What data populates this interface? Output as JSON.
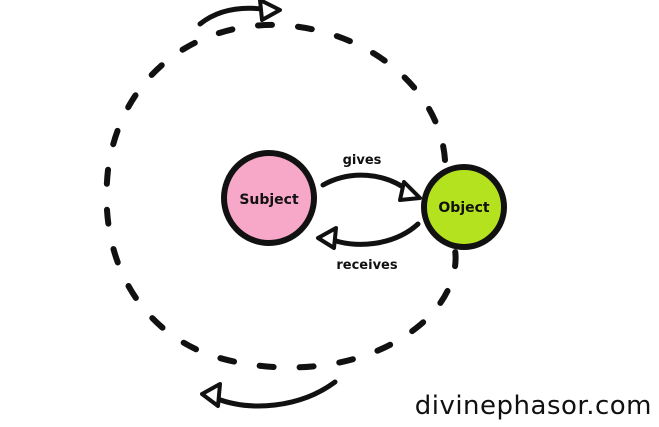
{
  "nodes": {
    "subject": {
      "label": "Subject",
      "color": "#f7a8c8"
    },
    "object": {
      "label": "Object",
      "color": "#b5e21f"
    }
  },
  "edges": {
    "gives": {
      "label": "gives"
    },
    "receives": {
      "label": "receives"
    }
  },
  "watermark": {
    "text": "divinephasor.com"
  },
  "colors": {
    "stroke": "#111111",
    "background": "#ffffff"
  }
}
